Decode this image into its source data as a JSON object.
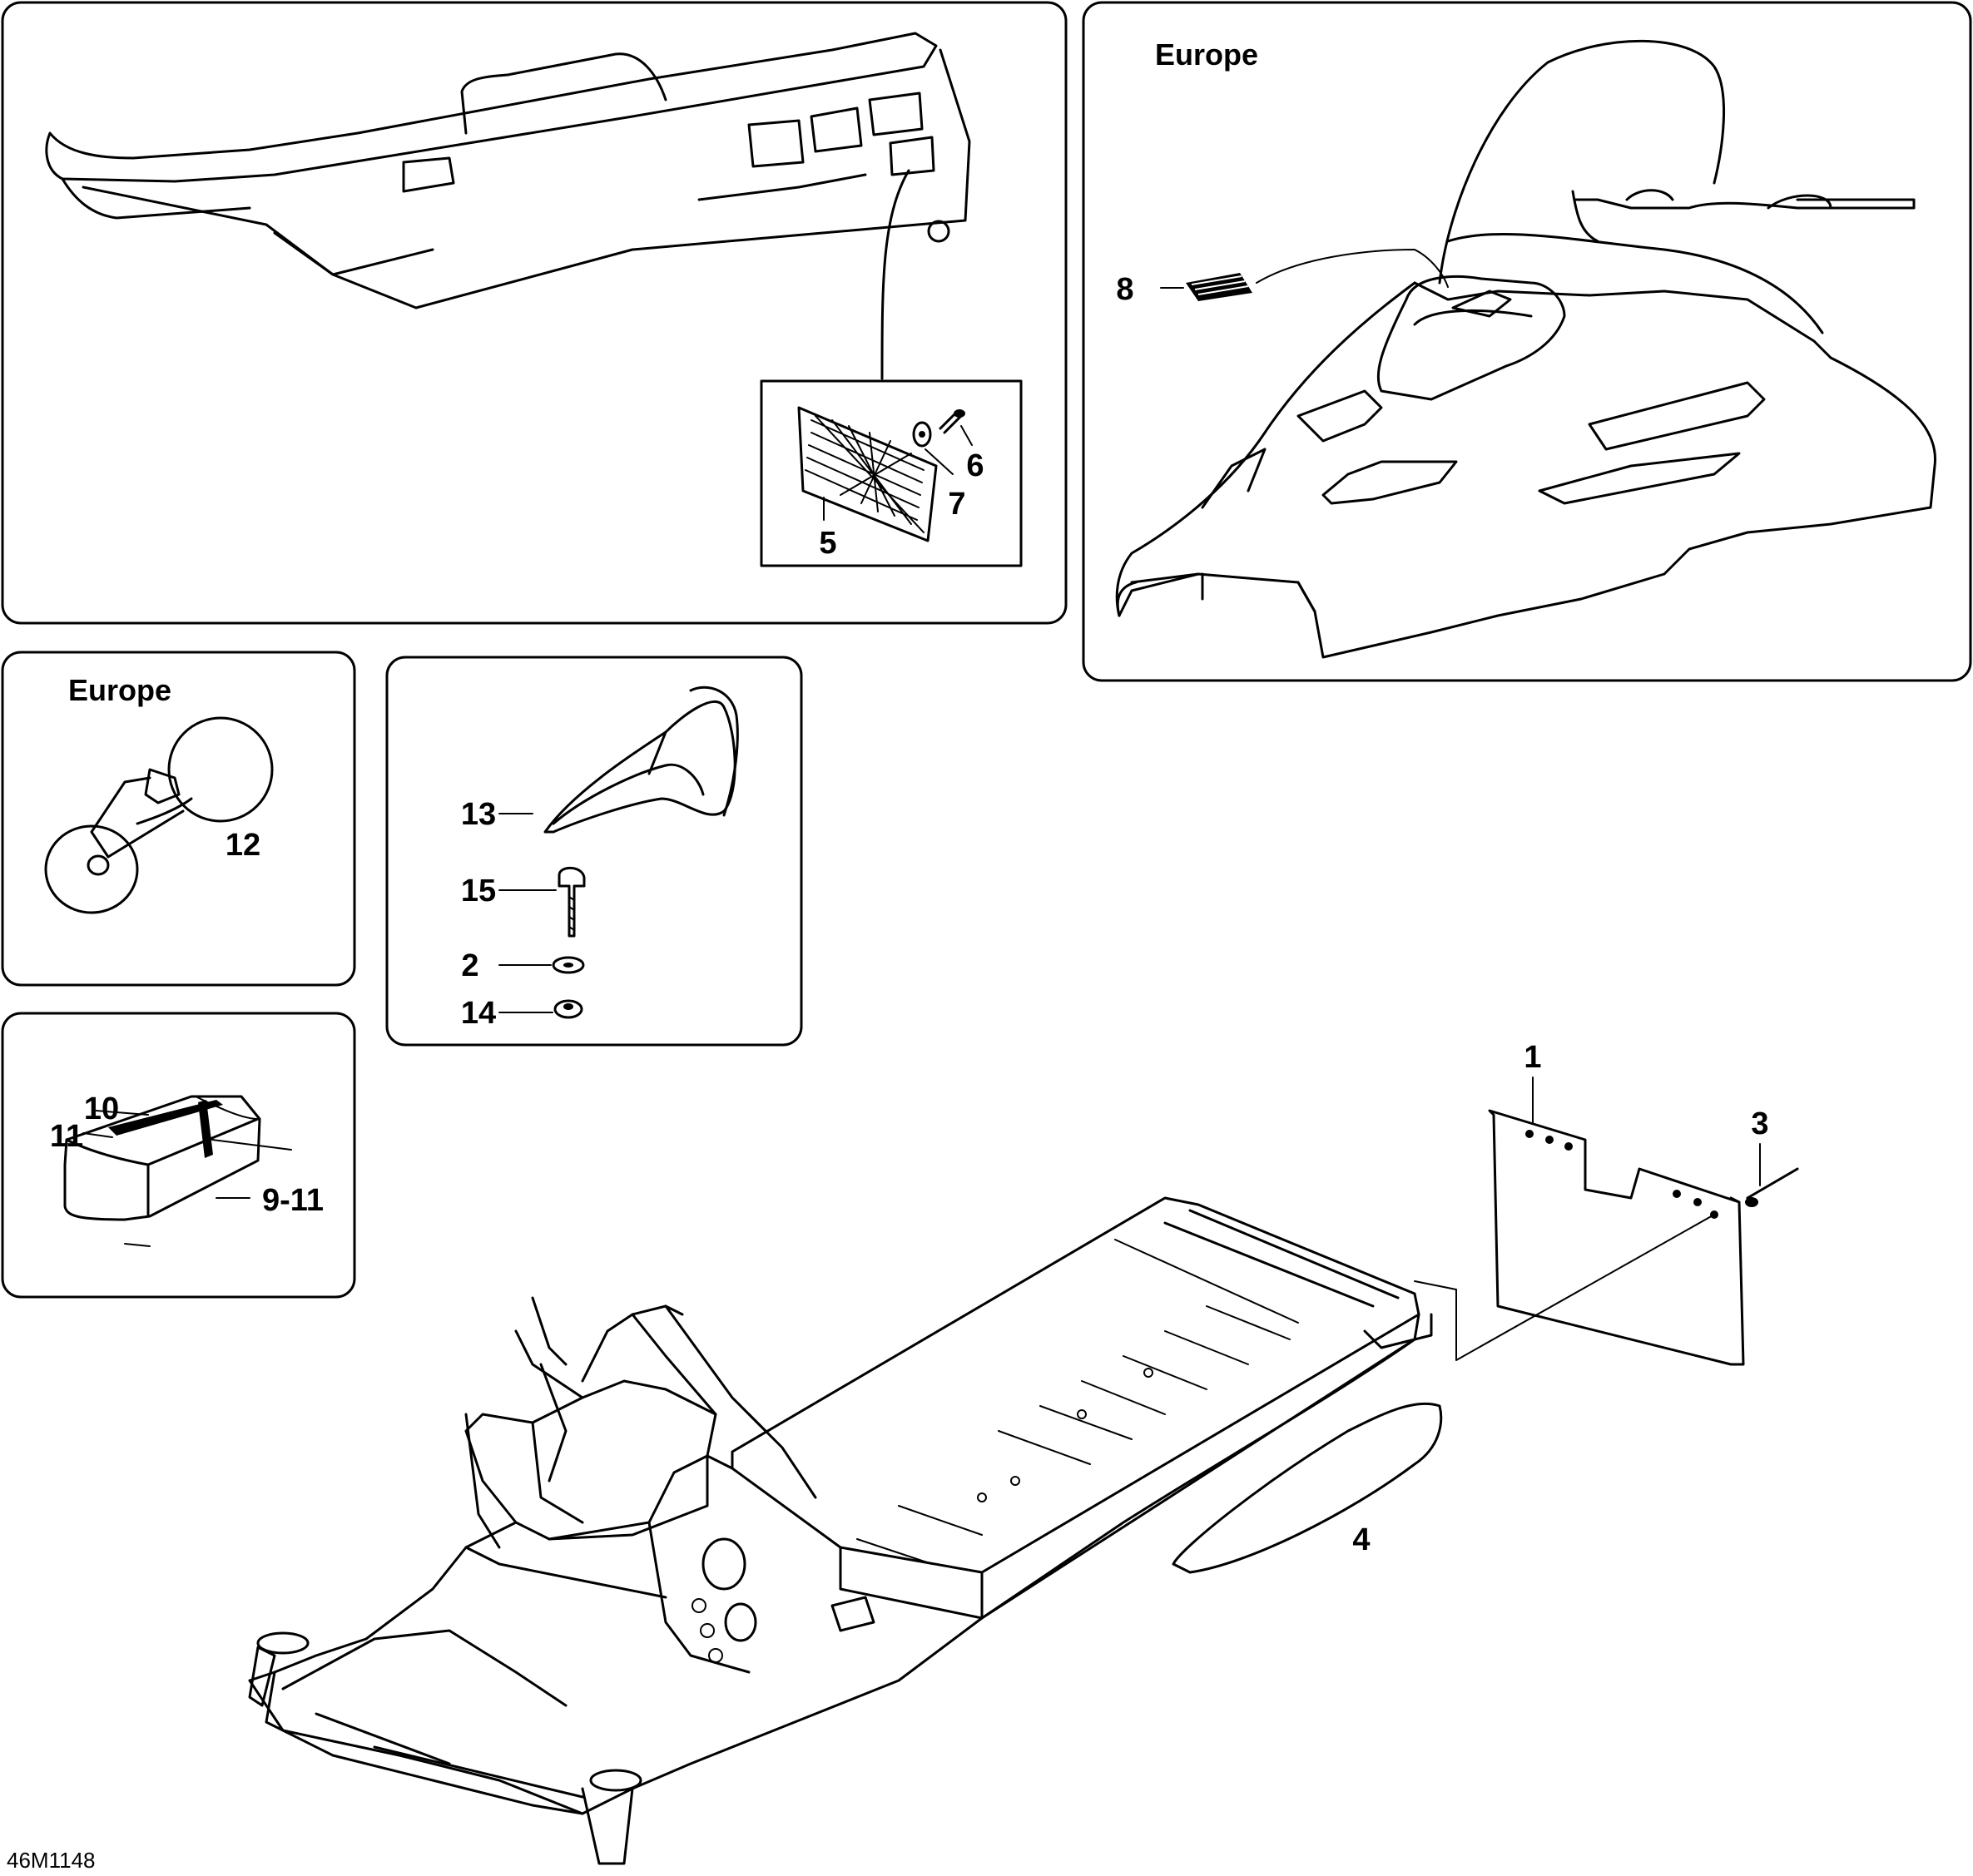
{
  "panels": {
    "seat": {
      "callouts": {
        "c5": "5",
        "c6": "6",
        "c7": "7"
      }
    },
    "hood": {
      "region_label": "Europe",
      "callouts": {
        "c8": "8"
      }
    },
    "horn": {
      "region_label": "Europe",
      "callouts": {
        "c12": "12"
      }
    },
    "mirror": {
      "callouts": {
        "c13": "13",
        "c15": "15",
        "c2": "2",
        "c14": "14"
      }
    },
    "kit": {
      "callouts": {
        "c10": "10",
        "c11": "11",
        "c9_11": "9-11"
      }
    },
    "frame": {
      "callouts": {
        "c1": "1",
        "c3": "3",
        "c4": "4"
      }
    }
  },
  "figure_ref": "46M1148"
}
